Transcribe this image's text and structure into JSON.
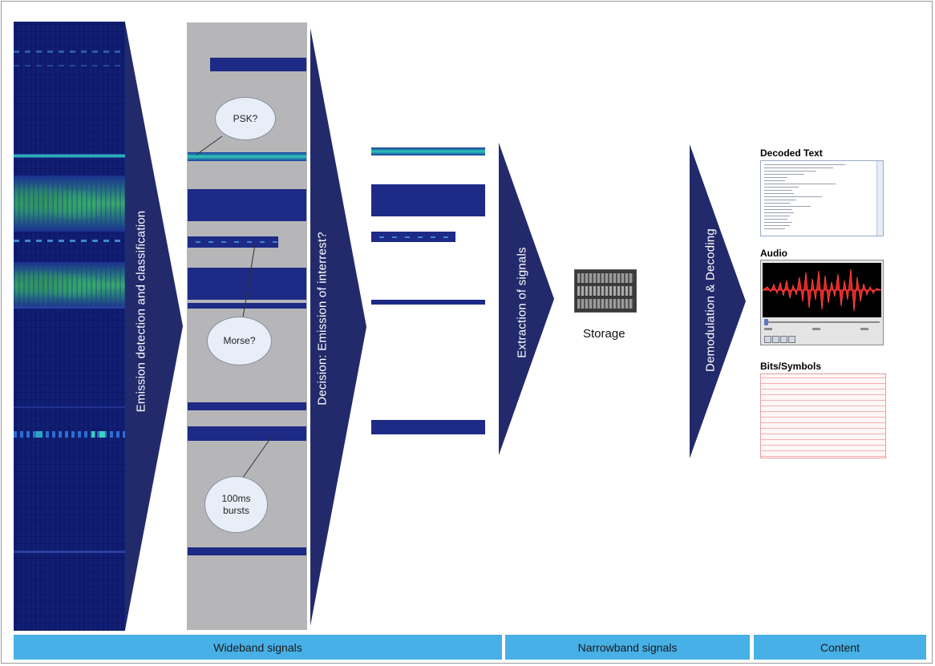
{
  "arrows": {
    "detection": "Emission detection and classification",
    "decision": "Decision: Emission of interrest?",
    "extraction": "Extraction of signals",
    "demodulation": "Demodulation & Decoding"
  },
  "bubbles": {
    "psk": "PSK?",
    "morse": "Morse?",
    "bursts": "100ms\nbursts"
  },
  "storage": {
    "label": "Storage"
  },
  "content": {
    "decoded_text_title": "Decoded Text",
    "audio_title": "Audio",
    "bits_title": "Bits/Symbols"
  },
  "bottom_bar": {
    "wideband": "Wideband signals",
    "narrowband": "Narrowband signals",
    "content": "Content"
  },
  "colors": {
    "arrow": "#232a6b",
    "spectrogram_bg": "#0f1b6e",
    "panel_grey": "#b6b6b8",
    "bar": "#47b0e6"
  }
}
